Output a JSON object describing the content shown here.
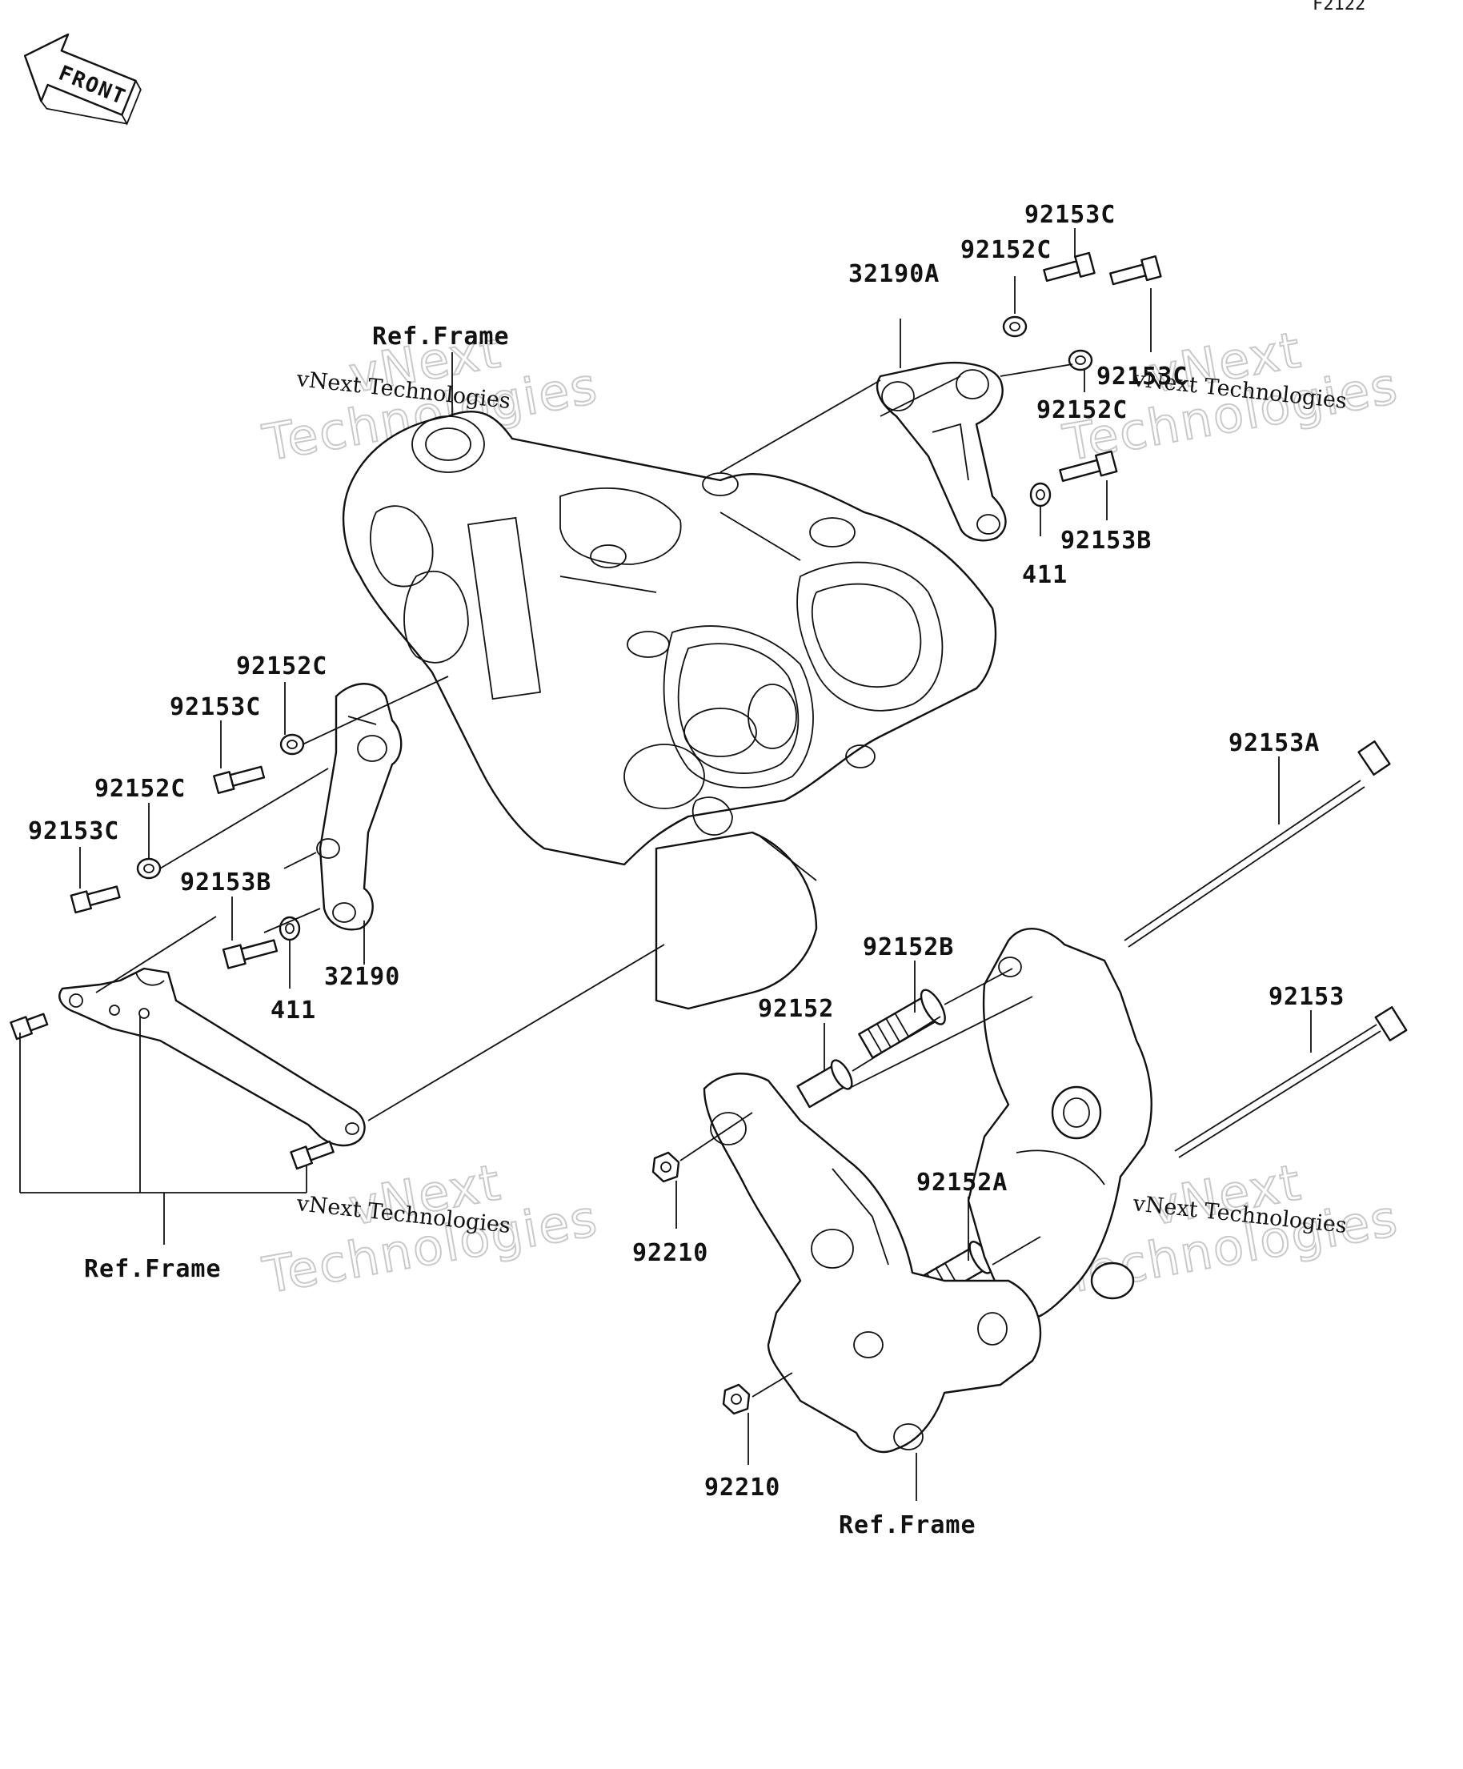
{
  "diagram_code": "F2122",
  "front_arrow_label": "FRONT",
  "labels": {
    "p92153C_a": "92153C",
    "p92152C_a": "92152C",
    "p32190A": "32190A",
    "p92153C_b": "92153C",
    "p92152C_b": "92152C",
    "p92153B_a": "92153B",
    "p411_a": "411",
    "p92152C_c": "92152C",
    "p92153C_c": "92153C",
    "p92152C_d": "92152C",
    "p92153C_d": "92153C",
    "p92153B_b": "92153B",
    "p411_b": "411",
    "p32190": "32190",
    "p92153A": "92153A",
    "p92152B": "92152B",
    "p92152": "92152",
    "p92153": "92153",
    "p92152A": "92152A",
    "p92210_a": "92210",
    "p92210_b": "92210",
    "ref_frame_top": "Ref.Frame",
    "ref_frame_left": "Ref.Frame",
    "ref_frame_bottom": "Ref.Frame"
  },
  "watermark": {
    "small": "vNext Technologies",
    "big_line1": "vNext",
    "big_line2": "Technologies"
  }
}
